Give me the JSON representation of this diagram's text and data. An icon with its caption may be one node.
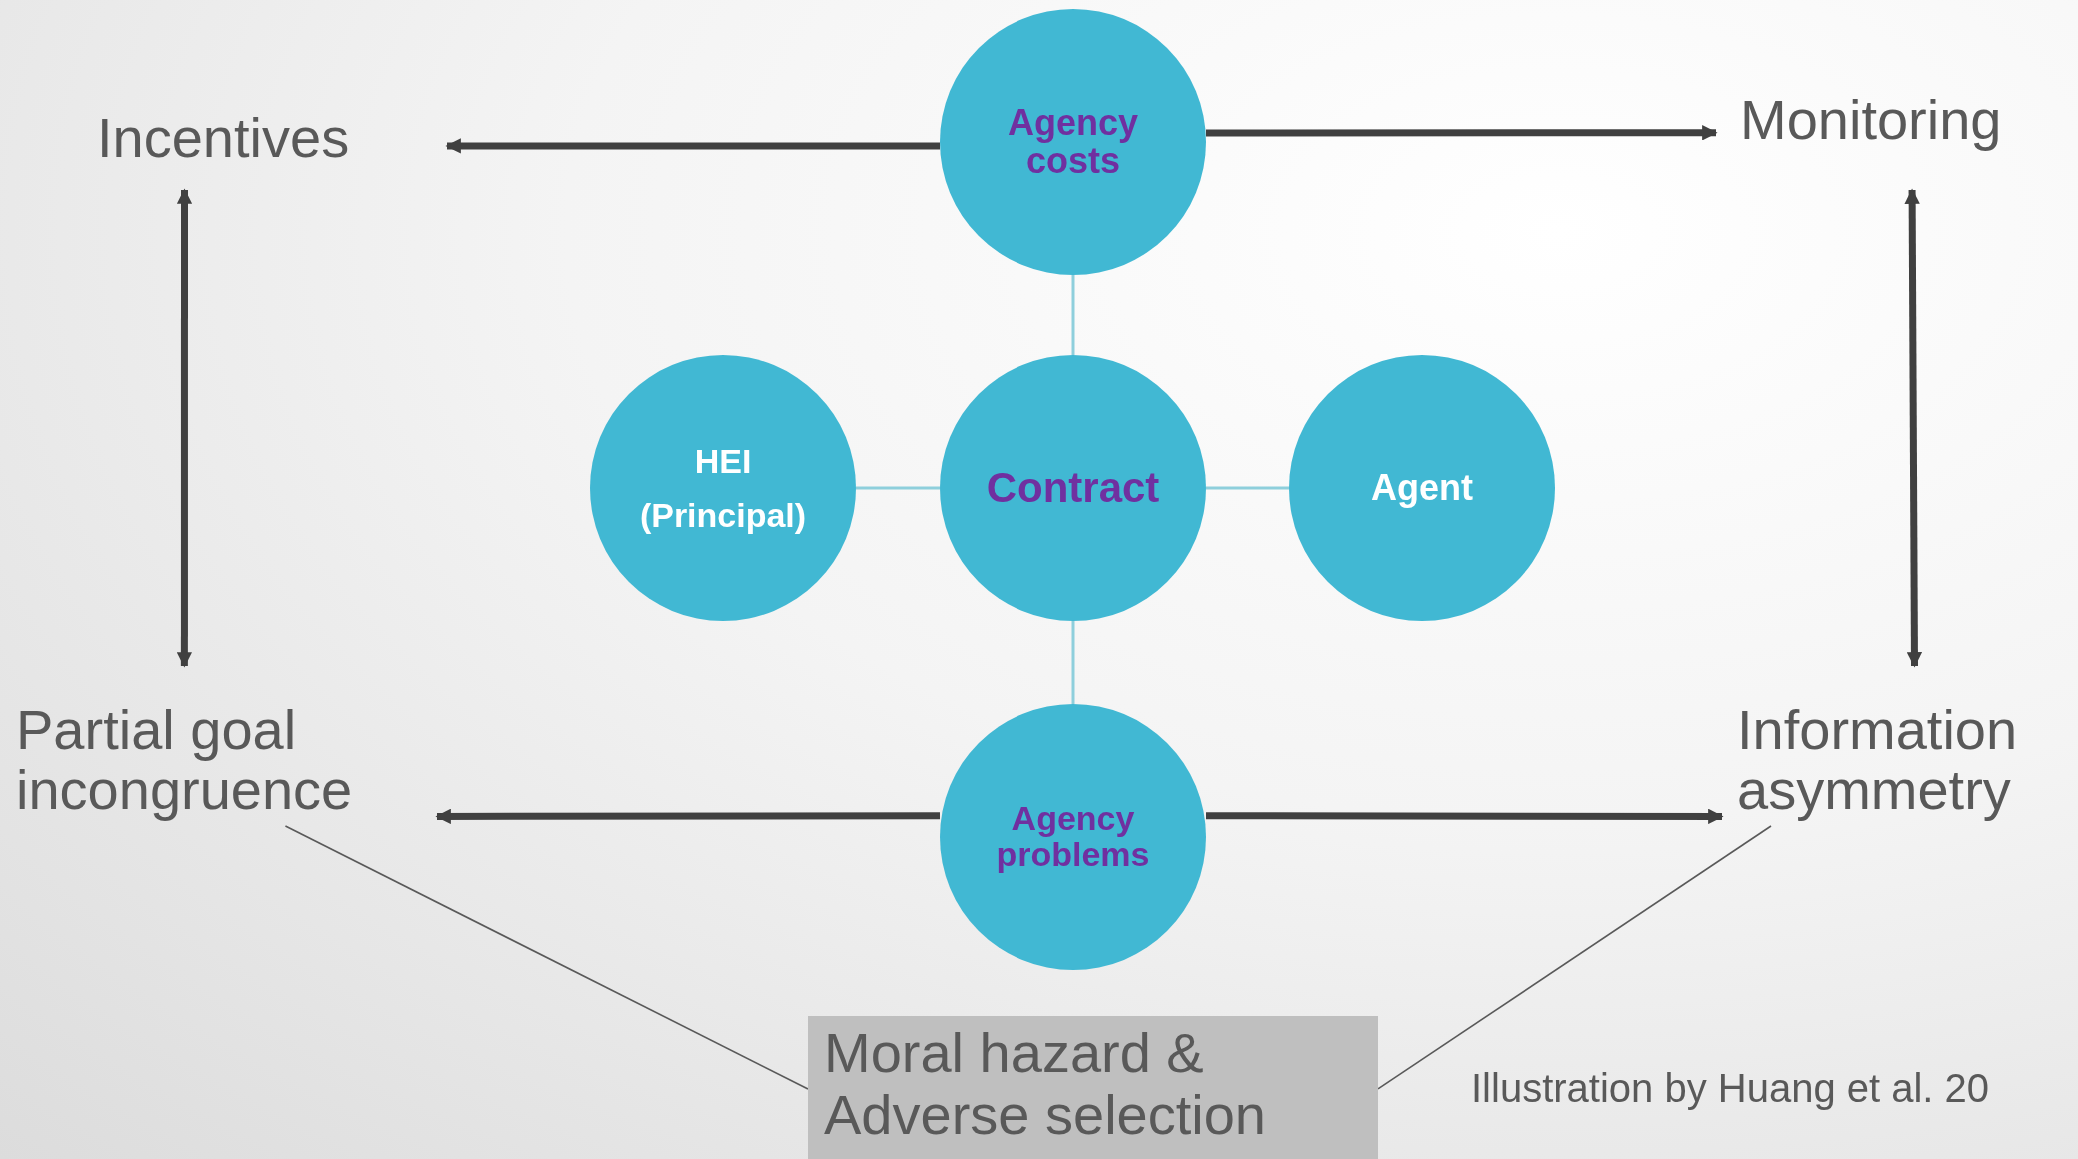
{
  "diagram": {
    "nodes": [
      {
        "text": [
          "Agency costs"
        ]
      },
      {
        "text": [
          "HEI (Principal)"
        ]
      },
      {
        "text": [
          "Contract"
        ]
      },
      {
        "text": [
          "Agent"
        ]
      },
      {
        "text": [
          "Agency problems"
        ]
      },
      {
        "text": [
          "Incentives"
        ]
      },
      {
        "text": [
          "Monitoring"
        ]
      },
      {
        "text": [
          "Partial goal incongruence"
        ]
      },
      {
        "text": [
          "Information asymmetry"
        ]
      },
      {
        "text": [
          "Moral hazard & Adverse selection"
        ]
      }
    ],
    "edges": [
      {
        "from": 0,
        "to": 5,
        "arrow": "to",
        "style": "thick"
      },
      {
        "from": 0,
        "to": 6,
        "arrow": "to",
        "style": "thick"
      },
      {
        "from": 5,
        "to": 7,
        "arrow": "both",
        "style": "thick"
      },
      {
        "from": 6,
        "to": 8,
        "arrow": "both",
        "style": "thick"
      },
      {
        "from": 4,
        "to": 7,
        "arrow": "to",
        "style": "thick"
      },
      {
        "from": 4,
        "to": 8,
        "arrow": "to",
        "style": "thick"
      },
      {
        "from": 0,
        "to": 2,
        "arrow": "none",
        "color": "#8ecfdc"
      },
      {
        "from": 1,
        "to": 2,
        "arrow": "none",
        "color": "#8ecfdc"
      },
      {
        "from": 2,
        "to": 3,
        "arrow": "none",
        "color": "#8ecfdc"
      },
      {
        "from": 2,
        "to": 4,
        "arrow": "none",
        "color": "#8ecfdc"
      },
      {
        "from": 7,
        "to": 9,
        "arrow": "none"
      },
      {
        "from": 8,
        "to": 9,
        "arrow": "none"
      }
    ],
    "labels": [
      "Illustration by Huang et al. 20"
    ]
  }
}
